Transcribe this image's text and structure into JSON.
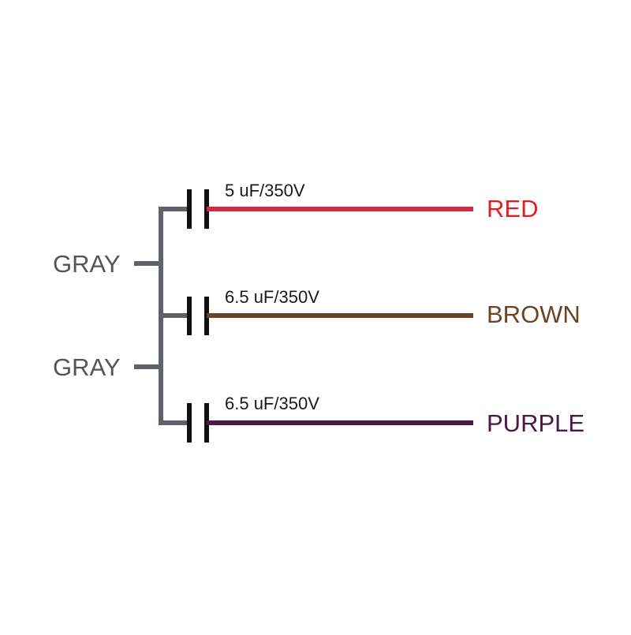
{
  "diagram": {
    "left_labels": [
      {
        "text": "GRAY",
        "color": "#555555"
      },
      {
        "text": "GRAY",
        "color": "#555555"
      }
    ],
    "capacitors": [
      {
        "rating": "5 uF/350V",
        "wire_label": "RED",
        "wire_color": "#d42a4a",
        "label_color": "#dd1f26"
      },
      {
        "rating": "6.5 uF/350V",
        "wire_label": "BROWN",
        "wire_color": "#6b4424",
        "label_color": "#6b4424"
      },
      {
        "rating": "6.5 uF/350V",
        "wire_label": "PURPLE",
        "wire_color": "#4e1846",
        "label_color": "#4e1846"
      }
    ],
    "colors": {
      "gray_wire": "#5f6266",
      "plate": "#111111"
    }
  }
}
